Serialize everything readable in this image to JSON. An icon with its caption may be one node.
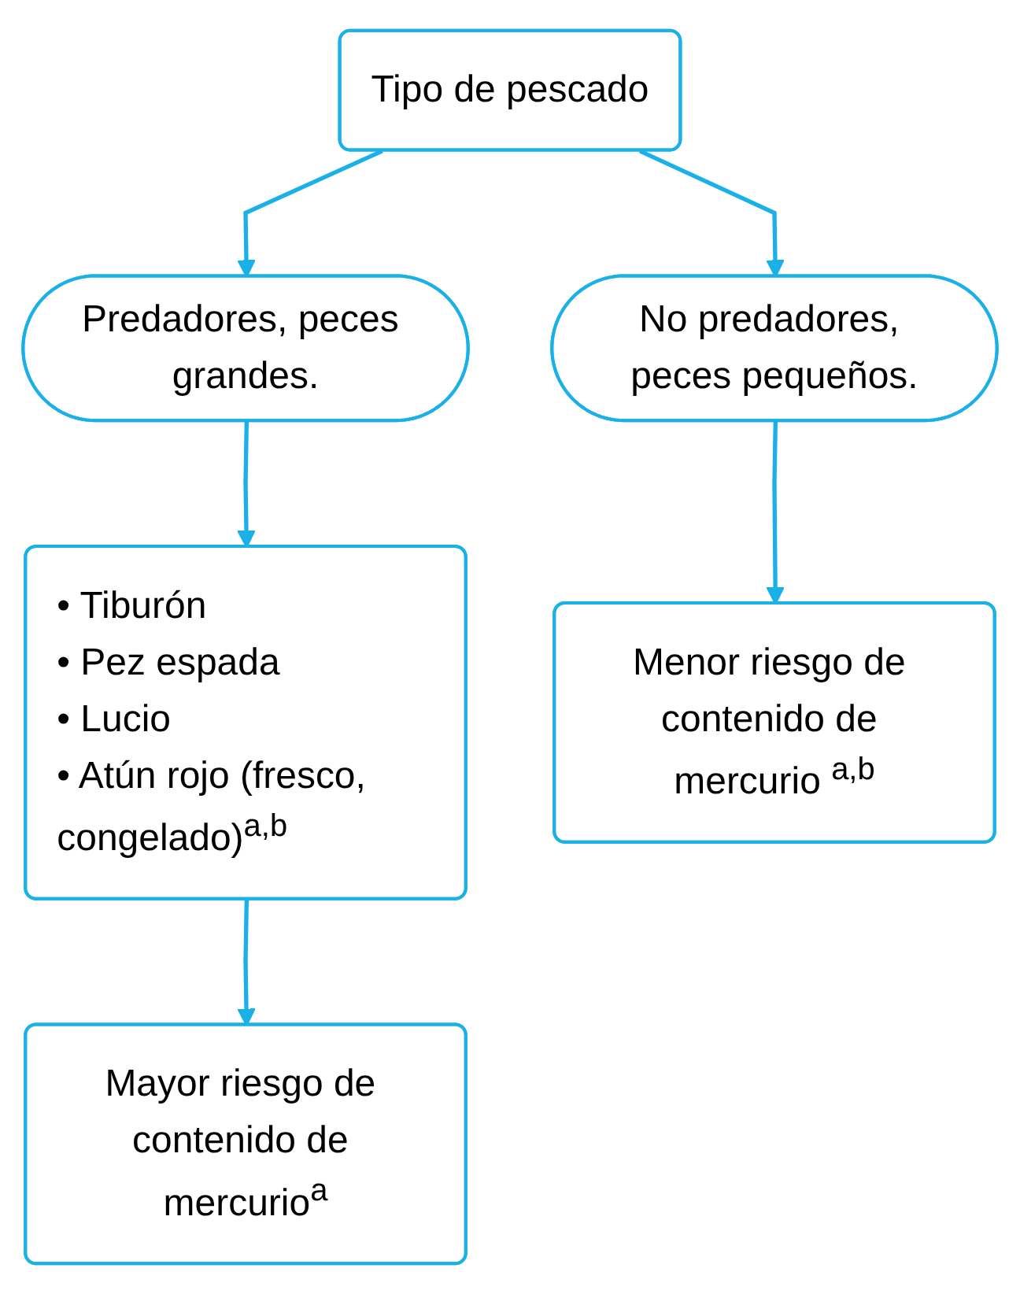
{
  "diagram": {
    "nodes": [
      {
        "text": [
          "Tipo de pescado"
        ]
      },
      {
        "text": [
          "Predadores, peces grandes."
        ]
      },
      {
        "text": [
          "No predadores, peces pequeños."
        ]
      },
      {
        "text": [
          "• Tiburón",
          "• Pez espada",
          "• Lucio",
          "• Atún rojo (fresco, congelado)$^{a,b}$"
        ]
      },
      {
        "text": [
          "Menor riesgo de contenido de mercurio $^{a,b}$"
        ]
      },
      {
        "text": [
          "Mayor riesgo de contenido de mercurio$^{a}$"
        ]
      }
    ],
    "edges": [
      {
        "from": 0,
        "to": 1,
        "arrow": "to"
      },
      {
        "from": 0,
        "to": 2,
        "arrow": "to"
      },
      {
        "from": 1,
        "to": 3,
        "arrow": "to"
      },
      {
        "from": 2,
        "to": 4,
        "arrow": "to"
      },
      {
        "from": 3,
        "to": 5,
        "arrow": "to"
      }
    ]
  }
}
